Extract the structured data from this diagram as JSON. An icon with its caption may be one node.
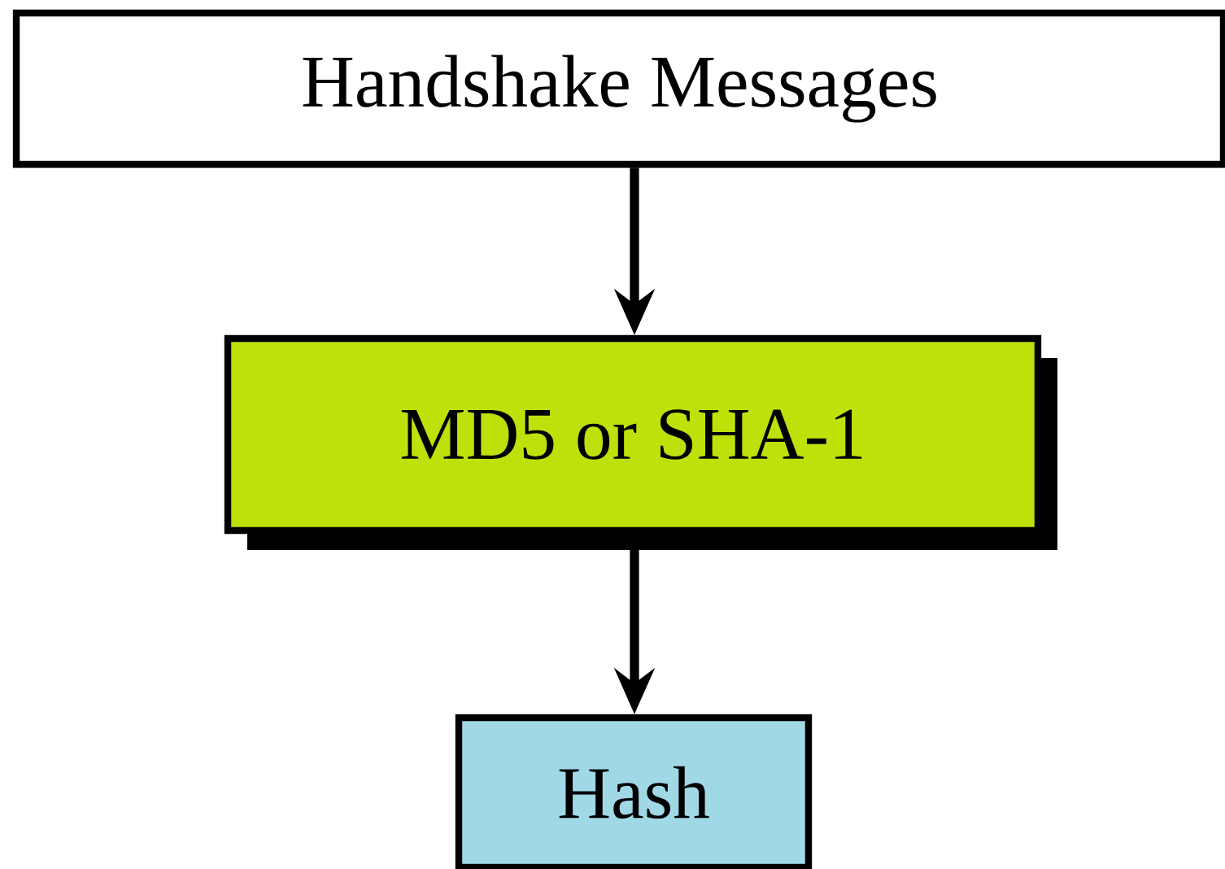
{
  "diagram": {
    "nodes": [
      {
        "text": [
          "Handshake Messages"
        ]
      },
      {
        "text": [
          "MD5 or SHA-1"
        ]
      },
      {
        "text": [
          "Hash"
        ]
      }
    ],
    "edges": [
      {
        "from": 0,
        "to": 1,
        "arrow": "to"
      },
      {
        "from": 1,
        "to": 2,
        "arrow": "to"
      }
    ]
  }
}
